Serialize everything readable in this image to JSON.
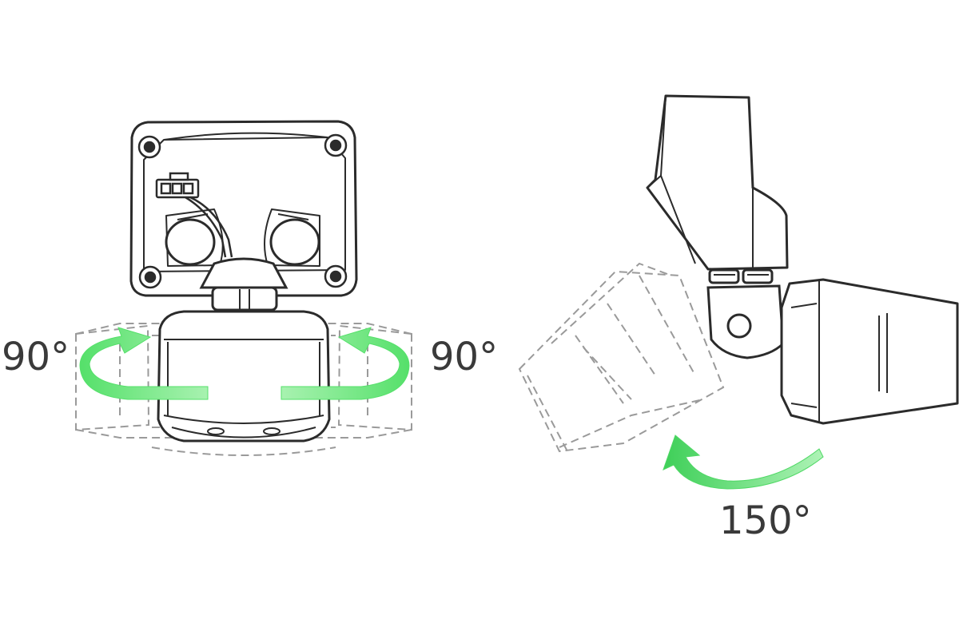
{
  "labels": {
    "rotate_left": "90°",
    "rotate_right": "90°",
    "tilt": "150°"
  },
  "colors": {
    "outline": "#2b2b2b",
    "ghost": "#9a9a9a",
    "arrow_green": "#55e06a",
    "arrow_green_light": "#b5f5bd",
    "background": "#ffffff"
  }
}
